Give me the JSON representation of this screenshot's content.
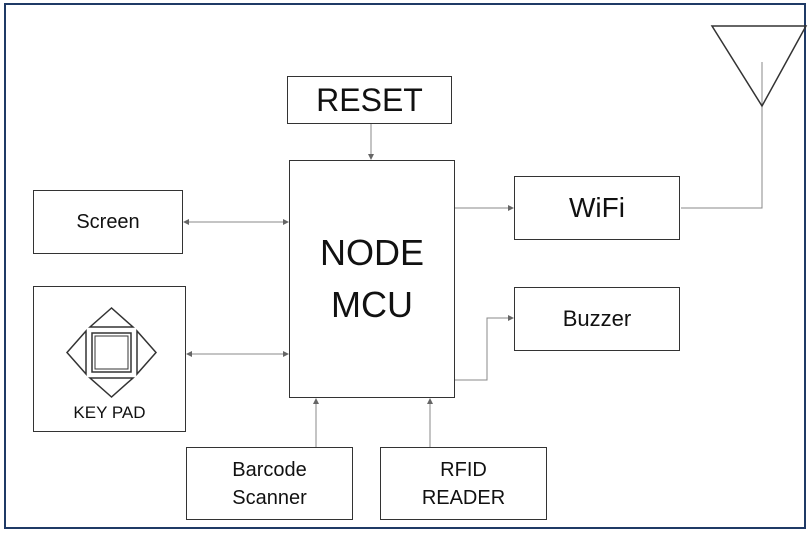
{
  "diagram": {
    "reset": "RESET",
    "mcu": [
      "NODE",
      "MCU"
    ],
    "screen": "Screen",
    "wifi": "WiFi",
    "buzzer": "Buzzer",
    "keypad": "KEY PAD",
    "barcode": [
      "Barcode",
      "Scanner"
    ],
    "rfid": [
      "RFID",
      "READER"
    ]
  },
  "icons": {
    "antenna": "antenna-icon",
    "keypad": "dpad-icon"
  },
  "colors": {
    "frame": "#1f3a66",
    "box_border": "#333333",
    "wire": "#888888"
  }
}
